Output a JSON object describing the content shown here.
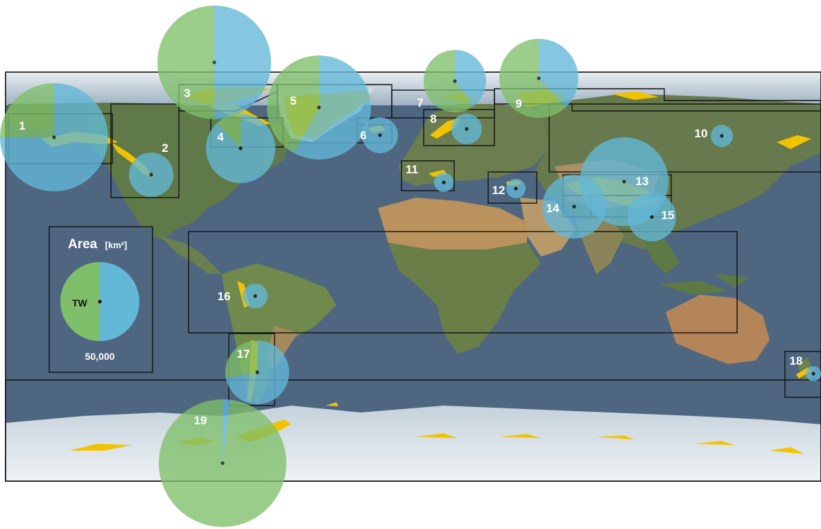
{
  "colors": {
    "ocean": "#4e6680",
    "land_forest": "#5f7a48",
    "land_desert": "#b58d5e",
    "ice": "#dfe6ea",
    "glacier": "#f2c200",
    "pie_terrestrial": "#7fbf6a",
    "pie_water": "#63b8d8",
    "frame": "#111111"
  },
  "legend": {
    "title": "Area",
    "unit": "[km²]",
    "center_label": "TW",
    "scale_value": "50,000"
  },
  "regions": [
    {
      "id": "1",
      "label": "1",
      "water_fraction": 0.75
    },
    {
      "id": "2",
      "label": "2",
      "water_fraction": 1.0
    },
    {
      "id": "3",
      "label": "3",
      "water_fraction": 0.5
    },
    {
      "id": "4",
      "label": "4",
      "water_fraction": 0.88
    },
    {
      "id": "5",
      "label": "5",
      "water_fraction": 0.58
    },
    {
      "id": "6",
      "label": "6",
      "water_fraction": 1.0
    },
    {
      "id": "7",
      "label": "7",
      "water_fraction": 0.4
    },
    {
      "id": "8",
      "label": "8",
      "water_fraction": 1.0
    },
    {
      "id": "9",
      "label": "9",
      "water_fraction": 0.38
    },
    {
      "id": "10",
      "label": "10",
      "water_fraction": 1.0
    },
    {
      "id": "11",
      "label": "11",
      "water_fraction": 1.0
    },
    {
      "id": "12",
      "label": "12",
      "water_fraction": 1.0
    },
    {
      "id": "13",
      "label": "13",
      "water_fraction": 1.0
    },
    {
      "id": "14",
      "label": "14",
      "water_fraction": 1.0
    },
    {
      "id": "15",
      "label": "15",
      "water_fraction": 1.0
    },
    {
      "id": "16",
      "label": "16",
      "water_fraction": 1.0
    },
    {
      "id": "17",
      "label": "17",
      "water_fraction": 0.72
    },
    {
      "id": "18",
      "label": "18",
      "water_fraction": 1.0
    },
    {
      "id": "19",
      "label": "19",
      "water_fraction": 0.02
    }
  ]
}
